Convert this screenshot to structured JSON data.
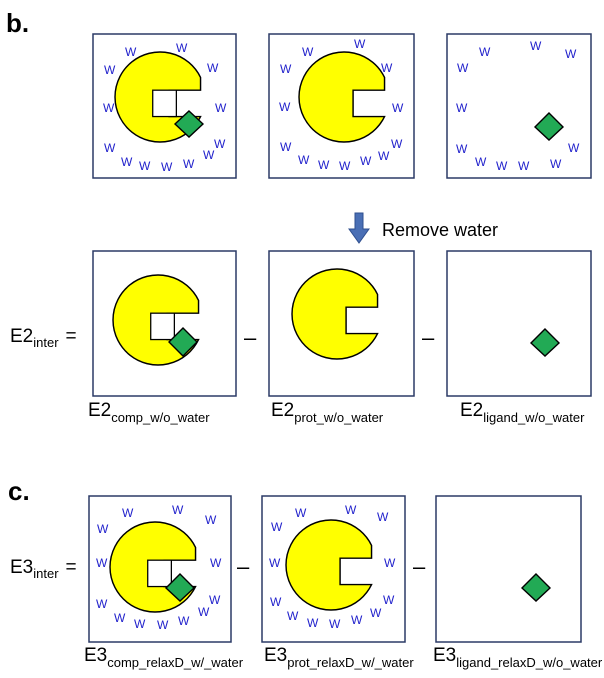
{
  "panel_b_label": "b.",
  "panel_c_label": "c.",
  "water_glyph": "W",
  "arrow_label": "Remove water",
  "minus_sign": "–",
  "equals_sign": "=",
  "e2_inter": {
    "base": "E2",
    "sub": "inter"
  },
  "e3_inter": {
    "base": "E3",
    "sub": "inter"
  },
  "captions_row2": [
    {
      "base": "E2",
      "sub": "comp_w/o_water"
    },
    {
      "base": "E2",
      "sub": "prot_w/o_water"
    },
    {
      "base": "E2",
      "sub": "ligand_w/o_water"
    }
  ],
  "captions_row3": [
    {
      "base": "E3",
      "sub": "comp_relaxD_w/_water"
    },
    {
      "base": "E3",
      "sub": "prot_relaxD_w/_water"
    },
    {
      "base": "E3",
      "sub": "ligand_relaxD_w/o_water"
    }
  ],
  "colors": {
    "protein": "#ffff00",
    "ligand": "#22aa55",
    "water": "#2222cc",
    "box_stroke": "#2b3a67",
    "arrow": "#4a6fb5"
  }
}
